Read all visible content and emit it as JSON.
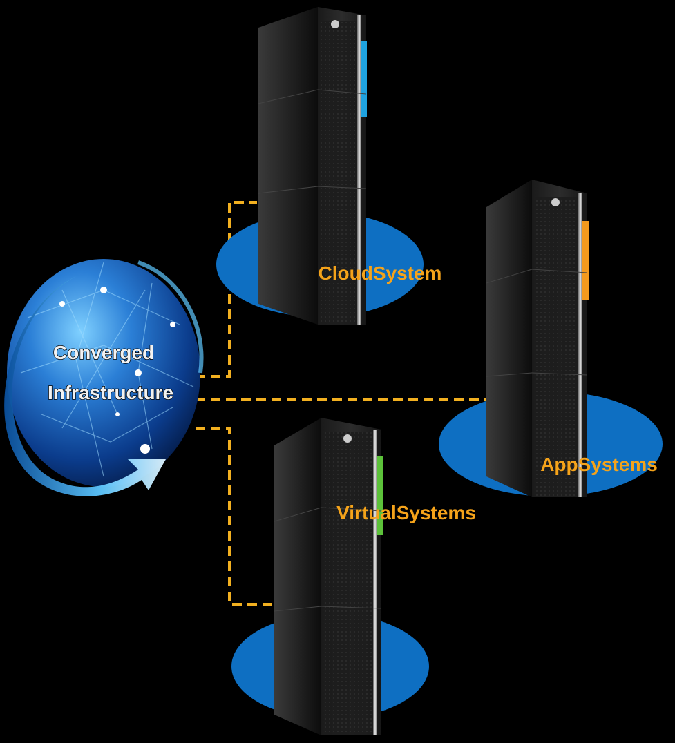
{
  "hub": {
    "line1": "Converged",
    "line2": "Infrastructure"
  },
  "systems": [
    {
      "label": "CloudSystem",
      "accent": "#1fa3e0"
    },
    {
      "label": "AppSystems",
      "accent": "#f39a1e"
    },
    {
      "label": "VirtualSystems",
      "accent": "#5cc23a"
    }
  ],
  "colors": {
    "background": "#000000",
    "connector": "#f2b020",
    "label_text": "#f5a31a",
    "base_platform": "#0e6fc2"
  }
}
